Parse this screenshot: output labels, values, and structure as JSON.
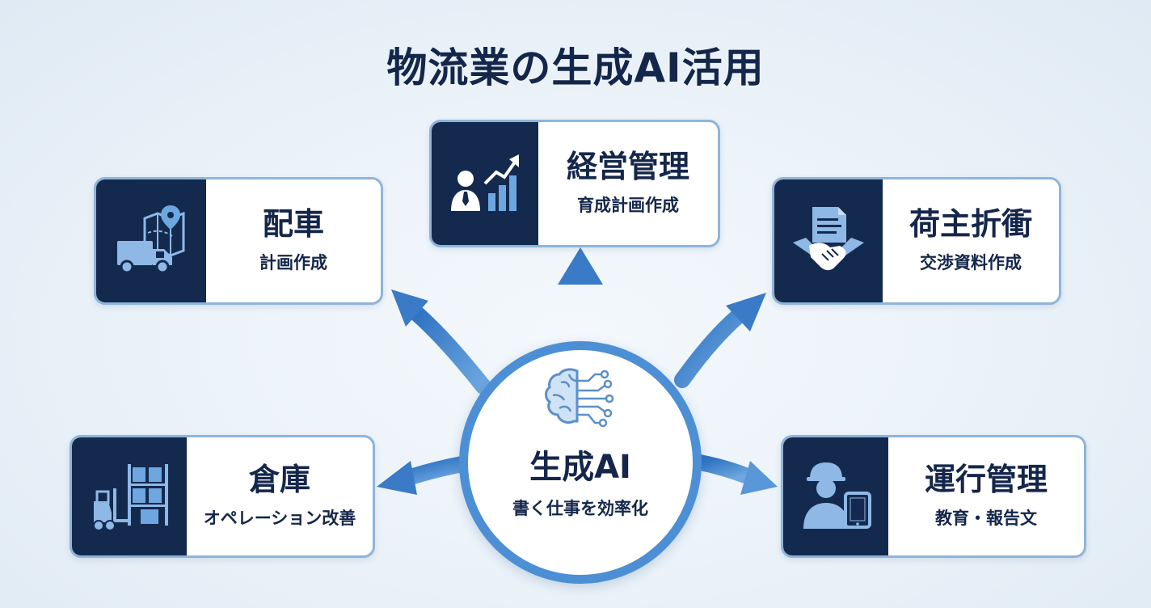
{
  "title": "物流業の生成AI活用",
  "center": {
    "label": "生成AI",
    "sublabel": "書く仕事を効率化",
    "icon": "brain-circuit-icon"
  },
  "cards": {
    "haisha": {
      "label": "配車",
      "sublabel": "計画作成",
      "icon": "truck-map-icon"
    },
    "keiei": {
      "label": "経営管理",
      "sublabel": "育成計画作成",
      "icon": "businessman-growth-chart-icon"
    },
    "ninushi": {
      "label": "荷主折衝",
      "sublabel": "交渉資料作成",
      "icon": "document-handshake-icon"
    },
    "souko": {
      "label": "倉庫",
      "sublabel": "オペレーション改善",
      "icon": "forklift-shelves-icon"
    },
    "unkou": {
      "label": "運行管理",
      "sublabel": "教育・報告文",
      "icon": "driver-tablet-icon"
    }
  },
  "colors": {
    "navy": "#132a4e",
    "accent_blue": "#4d8fd4",
    "light_icon": "#8fb8e6",
    "border": "#8fb4da"
  }
}
